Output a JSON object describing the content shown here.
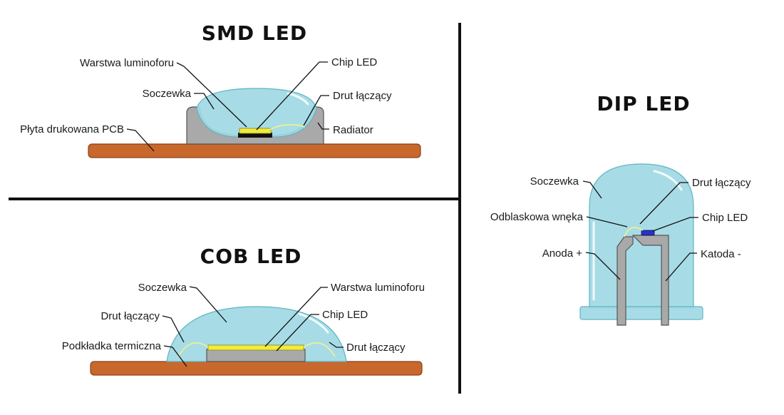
{
  "colors": {
    "pcb": "#c8682c",
    "pcb_edge": "#8a4217",
    "lens": "#9fd9e4",
    "lens_edge": "#5fb3c3",
    "metal": "#a9a9a9",
    "metal_edge": "#555555",
    "phosphor": "#f2ec3a",
    "chip_blue": "#2a2fcf",
    "wire": "#f5f18a"
  },
  "smd": {
    "title": "SMD  LED",
    "labels": {
      "phosphor": "Warstwa luminoforu",
      "chip": "Chip LED",
      "lens": "Soczewka",
      "wire": "Drut łączący",
      "pcb": "Płyta drukowana PCB",
      "radiator": "Radiator"
    }
  },
  "cob": {
    "title": "COB  LED",
    "labels": {
      "lens": "Soczewka",
      "phosphor": "Warstwa luminoforu",
      "chip": "Chip LED",
      "wire_left": "Drut łączący",
      "pad": "Podkładka termiczna",
      "wire_right": "Drut łączący"
    }
  },
  "dip": {
    "title": "DIP  LED",
    "labels": {
      "lens": "Soczewka",
      "wire": "Drut łączący",
      "cavity": "Odblaskowa wnęka",
      "chip": "Chip LED",
      "anode": "Anoda +",
      "cathode": "Katoda -"
    }
  }
}
